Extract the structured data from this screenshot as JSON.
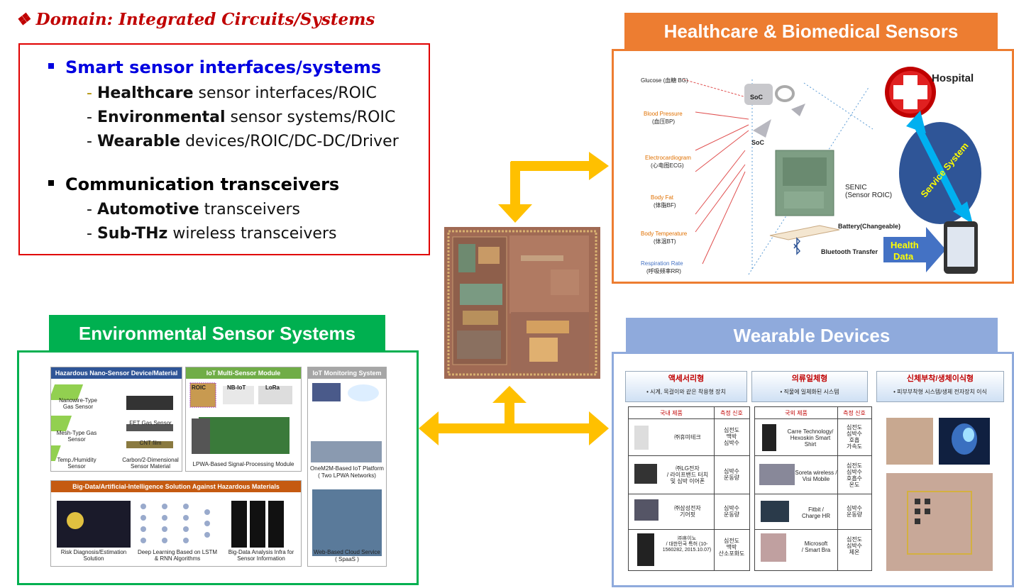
{
  "domain": {
    "marker": "❖",
    "title": "Domain: Integrated Circuits/Systems",
    "sections": [
      {
        "heading": "Smart sensor interfaces/systems",
        "heading_color": "#0000e0",
        "items": [
          {
            "bold": "Healthcare",
            "rest": " sensor interfaces/ROIC"
          },
          {
            "bold": "Environmental",
            "rest": "  sensor systems/ROIC"
          },
          {
            "bold": "Wearable",
            "rest": " devices/ROIC/DC-DC/Driver"
          }
        ]
      },
      {
        "heading": "Communication transceivers",
        "heading_color": "#000000",
        "items": [
          {
            "bold": "Automotive",
            "rest": " transceivers"
          },
          {
            "bold": "Sub-THz",
            "rest": " wireless transceivers"
          }
        ]
      }
    ]
  },
  "colors": {
    "red": "#e00000",
    "orange": "#ed7d31",
    "green": "#00b050",
    "blue_grey": "#8faadc",
    "arrow_yellow": "#ffc000"
  },
  "healthcare": {
    "title": "Healthcare & Biomedical Sensors",
    "sensors": [
      {
        "name": "Glucose (血糖 BG)",
        "sub": ""
      },
      {
        "name": "Blood Pressure",
        "sub": "(血压BP)"
      },
      {
        "name": "Electrocardiogram",
        "sub": "(心电图ECG)"
      },
      {
        "name": "Body Fat",
        "sub": "(体脂BF)"
      },
      {
        "name": "Body Temperature",
        "sub": "(体温BT)"
      },
      {
        "name": "Respiration Rate",
        "sub": "(呼吸频率RR)"
      }
    ],
    "soc1": "SoC",
    "soc2": "SoC",
    "senic": "SENIC",
    "senic_sub": "(Sensor ROIC)",
    "battery": "Battery(Changeable)",
    "bluetooth": "Bluetooth Transfer",
    "health_data_1": "Health",
    "health_data_2": "Data",
    "hospital": "Hospital",
    "service_system": "Service System"
  },
  "environmental": {
    "title": "Environmental Sensor Systems",
    "panel1_title": "Hazardous Nano-Sensor Device/Material",
    "panel1_labels": [
      "Nanowire-Type Gas Sensor",
      "Mesh-Type Gas Sensor",
      "Temp./Humidity Sensor",
      "FET Gas Sensor",
      "CNT film",
      "Carbon/2-Dimensional Sensor Material"
    ],
    "panel2_title": "IoT Multi-Sensor Module",
    "panel2_labels": [
      "ROIC",
      "NB-IoT",
      "LoRa",
      "LPWA-Based Signal-Processing Module"
    ],
    "panel3_title": "IoT Monitoring System",
    "panel3_labels": [
      "OneM2M-Based IoT Platform",
      "( Two LPWA Networks)",
      "Web-Based Cloud Service",
      "( SpaaS )"
    ],
    "panel4_title": "Big-Data/Artificial-Intelligence Solution Against Hazardous Materials",
    "panel4_labels": [
      "Risk Diagnosis/Estimation Solution",
      "Deep Learning Based on LSTM & RNN Algorithms",
      "Big-Data Analysis Infra for Sensor Information"
    ]
  },
  "wearable": {
    "title": "Wearable Devices",
    "columns": [
      {
        "title": "액세서리형",
        "desc": "• 시계, 목걸이와 같은 착용형 장치"
      },
      {
        "title": "의류일체형",
        "desc": "• 직물에 일체화된 시스템"
      },
      {
        "title": "신체부착/생체이식형",
        "desc": "• 피부부착형 시스템/생체 전자장치 이식"
      }
    ],
    "table1_headers": [
      "국내 제품",
      "측정 신호"
    ],
    "table1_rows": [
      {
        "product": "㈜휴미테크",
        "signal": "심전도\n맥박\n심박수"
      },
      {
        "product": "㈜LG전자\n/ 라이프밴드 터치\n및 심박 이어폰",
        "signal": "심박수\n운동량"
      },
      {
        "product": "㈜삼성전자\n기어핏",
        "signal": "심박수\n운동량"
      },
      {
        "product": "㈜휴이노\n/ 대한민국 특허 (10-1560282, 2015.10.07)",
        "signal": "심전도\n맥박\n산소포화도"
      }
    ],
    "table2_headers": [
      "국외 제품",
      "측정 신호"
    ],
    "table2_rows": [
      {
        "product": "Carre Technology/\nHexoskin Smart\nShirt",
        "signal": "심전도\n심박수\n호흡\n가속도"
      },
      {
        "product": "Soreta wireless /\nVisi Mobile",
        "signal": "심전도\n심박수\n호흡수\n온도"
      },
      {
        "product": "Fitbit /\nCharge HR",
        "signal": "심박수\n운동량"
      },
      {
        "product": "Microsoft\n/ Smart Bra",
        "signal": "심전도\n심박수\n체온"
      }
    ]
  }
}
